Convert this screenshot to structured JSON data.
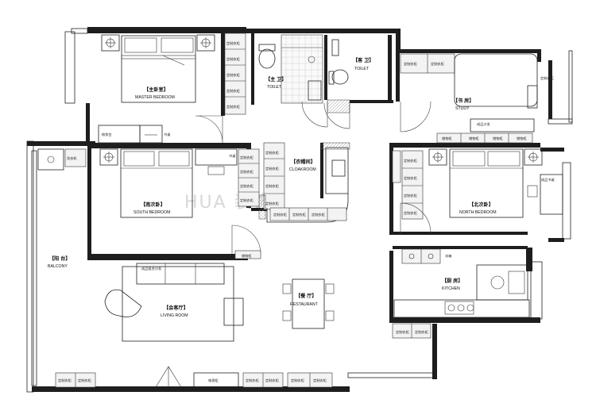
{
  "watermark": "HUA 装饰",
  "rooms": {
    "master_bedroom": {
      "cn": "【主卧室】",
      "en": "MASTER BEDROOM"
    },
    "toilet_main": {
      "cn": "【主 卫】",
      "en": "TOILET"
    },
    "toilet_guest": {
      "cn": "【客 卫】",
      "en": "TOILET"
    },
    "study": {
      "cn": "【书 房】",
      "en": "STUDY"
    },
    "cloakroom": {
      "cn": "【衣帽间】",
      "en": "CLOAKROOM"
    },
    "south_bedroom": {
      "cn": "【南次卧】",
      "en": "SOUTH BEDROOM"
    },
    "north_bedroom": {
      "cn": "【北次卧】",
      "en": "NORTH BEDROOM"
    },
    "balcony": {
      "cn": "【阳 台】",
      "en": "BALCONY"
    },
    "living_room": {
      "cn": "【会客厅】",
      "en": "LIVING ROOM"
    },
    "restaurant": {
      "cn": "【餐 厅】",
      "en": "RESTAURANT"
    },
    "kitchen": {
      "cn": "【厨 房】",
      "en": "KITCHEN"
    }
  },
  "furniture": {
    "wardrobe": "定制衣柜",
    "dresser": "梳妆台",
    "desk": "书桌",
    "desk2": "书桌",
    "sofa": "成品组合沙发",
    "study_sofa": "成品沙发",
    "north_desk": "成品书桌",
    "washer": "洗衣机",
    "storage": "储物柜",
    "tv_cabinet": "电视柜",
    "fridge": "冰箱"
  }
}
